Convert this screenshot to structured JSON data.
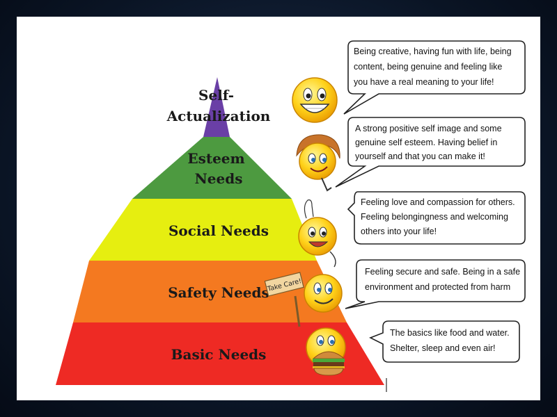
{
  "levels": [
    {
      "label_lines": [
        "Self-",
        "Actualization"
      ],
      "color": "#6a3fa6",
      "description_lines": [
        "Being creative, having fun with life, being",
        "content, being genuine and feeling like",
        "you have a real meaning to your life!"
      ],
      "character_icon": "grinning-smiley-icon"
    },
    {
      "label_lines": [
        "Esteem",
        "Needs"
      ],
      "color": "#4d9a40",
      "description_lines": [
        "A strong positive self image and some",
        "genuine self esteem. Having belief in",
        "yourself and that you can make it!"
      ],
      "character_icon": "confident-girl-smiley-icon"
    },
    {
      "label_lines": [
        "Social Needs"
      ],
      "color": "#e6ee10",
      "description_lines": [
        "Feeling love and compassion for others.",
        "Feeling belongingness and welcoming",
        "others into your life!"
      ],
      "character_icon": "waving-smiley-icon"
    },
    {
      "label_lines": [
        "Safety Needs"
      ],
      "color": "#f47920",
      "description_lines": [
        "Feeling secure and safe. Being in a safe",
        "environment and protected from harm"
      ],
      "character_icon": "sign-holding-smiley-icon",
      "sign_text": "Take Care!"
    },
    {
      "label_lines": [
        "Basic Needs"
      ],
      "color": "#ee2a24",
      "description_lines": [
        "The basics like food and water.",
        "Shelter, sleep and even air!"
      ],
      "character_icon": "burger-eating-smiley-icon"
    }
  ]
}
